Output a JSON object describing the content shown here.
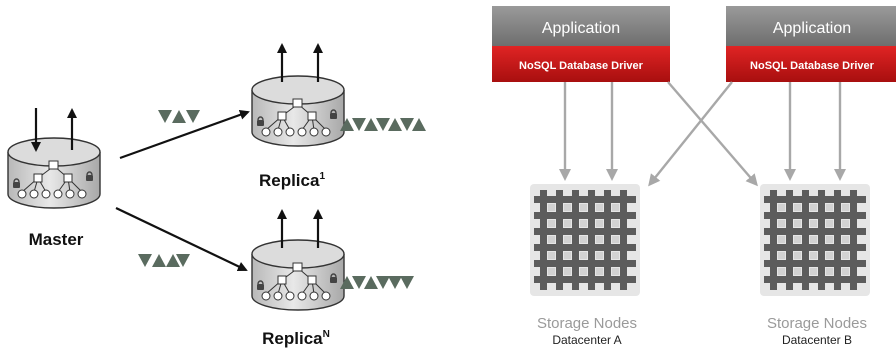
{
  "left": {
    "master_label": "Master",
    "replica1": {
      "label": "Replica",
      "sup": "1"
    },
    "replicaN": {
      "label": "Replica",
      "sup": "N"
    }
  },
  "right": {
    "app_a": {
      "app_label": "Application",
      "driver_label": "NoSQL Database Driver"
    },
    "app_b": {
      "app_label": "Application",
      "driver_label": "NoSQL Database Driver"
    },
    "dc_a": {
      "nodes_label": "Storage Nodes",
      "dc_label": "Datacenter A"
    },
    "dc_b": {
      "nodes_label": "Storage Nodes",
      "dc_label": "Datacenter B"
    }
  },
  "colors": {
    "triangle": "#5a6b5f",
    "app_box": "#8a8a8a",
    "driver_red": "#cc1a1a",
    "grid_gray": "#6a6a6a"
  }
}
